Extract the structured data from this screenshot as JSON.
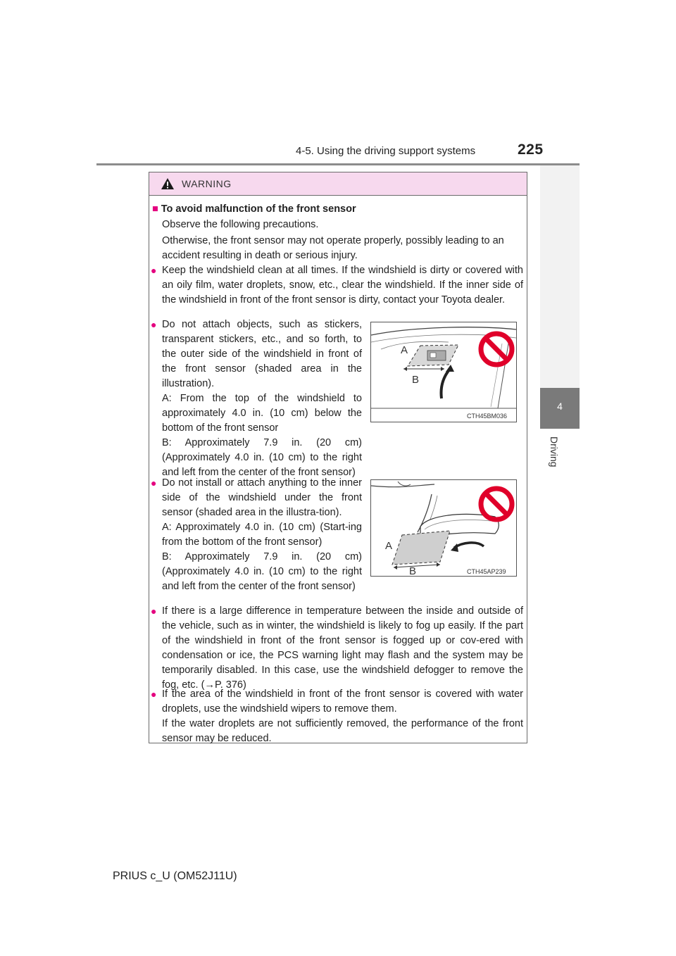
{
  "header": {
    "section": "4-5. Using the driving support systems",
    "page_number": "225"
  },
  "side_tab": {
    "chapter_number": "4",
    "chapter_label": "Driving"
  },
  "warning": {
    "title": "WARNING",
    "section_title": "To avoid malfunction of the front sensor",
    "intro_1": "Observe the following precautions.",
    "intro_2": "Otherwise, the front sensor may not operate properly, possibly leading to an accident resulting in death or serious injury.",
    "bullets": [
      "Keep the windshield clean at all times. If the windshield is dirty or covered with an oily film, water droplets, snow, etc., clear the windshield. If the inner side of the windshield in front of the front sensor is dirty, contact your Toyota dealer.",
      "Do not attach objects, such as stickers, transparent stickers, etc., and so forth, to the outer side of the windshield in front of the front sensor (shaded area in the illustration).",
      "Do not install or attach anything to the inner side of the windshield under the front sensor (shaded area in the illustra-tion).",
      "If there is a large difference in temperature between the inside and outside of the vehicle, such as in winter, the windshield is likely to fog up easily. If the part of the windshield in front of the front sensor is fogged up or cov-ered with condensation or ice, the PCS warning light may flash and the system may be temporarily disabled. In this case, use the windshield defogger to remove the fog, etc. (→P. 376)",
      "If the area of the windshield in front of the front sensor is covered with water droplets, use the windshield wipers to remove them.",
      "If the water droplets are not sufficiently removed, the performance of the front sensor may be reduced."
    ],
    "bullet2_a": "A: From the top of the windshield to approximately 4.0 in. (10 cm) below the bottom of the front sensor",
    "bullet2_b": "B: Approximately 7.9 in. (20 cm) (Approximately 4.0 in. (10 cm) to the right and left from the center of the front sensor)",
    "bullet3_a": "A: Approximately 4.0 in. (10 cm) (Start-ing from the bottom of the front sensor)",
    "bullet3_b": "B: Approximately 7.9 in. (20 cm) (Approximately 4.0 in. (10 cm) to the right and left from the center of the front sensor)"
  },
  "figures": [
    {
      "code": "CTH45BM036",
      "label_a": "A",
      "label_b": "B"
    },
    {
      "code": "CTH45AP239",
      "label_a": "A",
      "label_b": "B"
    }
  ],
  "footer": {
    "model": "PRIUS c_U (OM52J11U)"
  },
  "colors": {
    "accent_magenta": "#e4007f",
    "warning_header_bg": "#f7d9ee",
    "prohibition_red": "#e0002a",
    "tab_gray": "#7a7a7a"
  }
}
